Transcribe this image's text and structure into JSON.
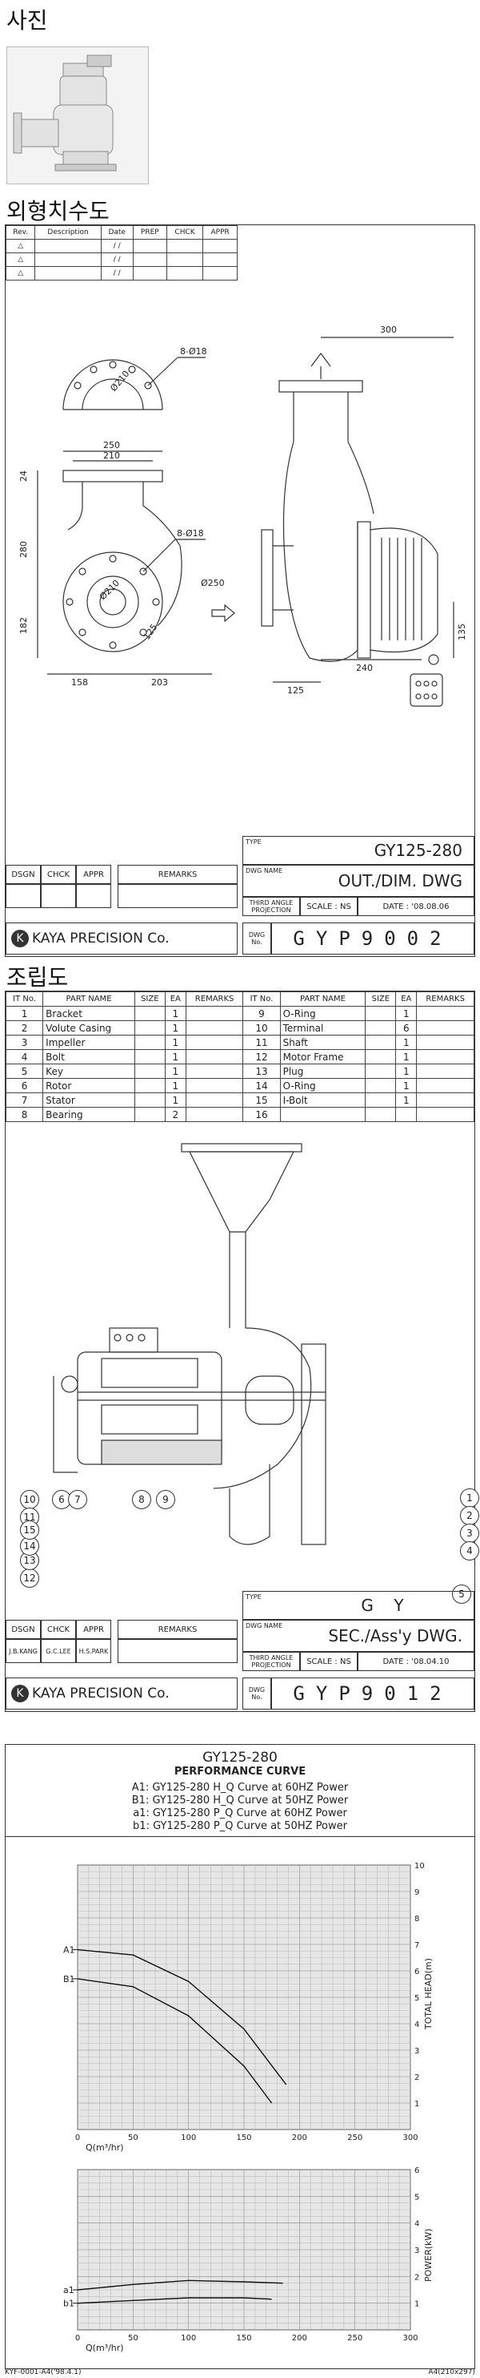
{
  "sections": {
    "photo": "사진",
    "dim": "외형치수도",
    "assembly": "조립도"
  },
  "rev_table": {
    "headers": [
      "Rev.",
      "Description",
      "Date",
      "PREP",
      "CHCK",
      "APPR"
    ],
    "date_marks": "/ /"
  },
  "dim_drawing": {
    "labels": {
      "holes_top": "8-Ø18",
      "pcd_top": "Ø210",
      "w250": "250",
      "w210": "210",
      "h24": "24",
      "h280": "280",
      "holes_side": "8-Ø18",
      "d250": "Ø250",
      "d210": "Ø210",
      "h182": "182",
      "a125": "125",
      "w158": "158",
      "w203": "203",
      "w300": "300",
      "h135": "135",
      "w240": "240",
      "w125b": "125"
    }
  },
  "title_block1": {
    "type_label": "TYPE",
    "type": "GY125-280",
    "dwg_name_label": "DWG NAME",
    "dwg_name": "OUT./DIM. DWG",
    "dsgn": "DSGN",
    "chck": "CHCK",
    "appr": "APPR",
    "remarks": "REMARKS",
    "proj": "THIRD ANGLE PROJECTION",
    "scale_label": "SCALE :",
    "scale": "NS",
    "date_label": "DATE :",
    "date": "'08.08.06",
    "company": "KAYA PRECISION Co.",
    "dwg_no_label": "DWG No.",
    "dwg_no": "GYP9002"
  },
  "parts_table": {
    "headers": [
      "IT No.",
      "PART NAME",
      "SIZE",
      "EA",
      "REMARKS",
      "IT No.",
      "PART NAME",
      "SIZE",
      "EA",
      "REMARKS"
    ],
    "rows": [
      [
        "1",
        "Bracket",
        "",
        "1",
        "",
        "9",
        "O-Ring",
        "",
        "1",
        ""
      ],
      [
        "2",
        "Volute Casing",
        "",
        "1",
        "",
        "10",
        "Terminal",
        "",
        "6",
        ""
      ],
      [
        "3",
        "Impeller",
        "",
        "1",
        "",
        "11",
        "Shaft",
        "",
        "1",
        ""
      ],
      [
        "4",
        "Bolt",
        "",
        "1",
        "",
        "12",
        "Motor Frame",
        "",
        "1",
        ""
      ],
      [
        "5",
        "Key",
        "",
        "1",
        "",
        "13",
        "Plug",
        "",
        "1",
        ""
      ],
      [
        "6",
        "Rotor",
        "",
        "1",
        "",
        "14",
        "O-Ring",
        "",
        "1",
        ""
      ],
      [
        "7",
        "Stator",
        "",
        "1",
        "",
        "15",
        "I-Bolt",
        "",
        "1",
        ""
      ],
      [
        "8",
        "Bearing",
        "",
        "2",
        "",
        "16",
        "",
        "",
        "",
        ""
      ]
    ]
  },
  "callouts": [
    "1",
    "2",
    "3",
    "4",
    "5",
    "6",
    "7",
    "8",
    "9",
    "10",
    "11",
    "12",
    "13",
    "14",
    "15"
  ],
  "title_block2": {
    "type_label": "TYPE",
    "type": "G    Y",
    "dwg_name_label": "DWG NAME",
    "dwg_name": "SEC./Ass'y DWG.",
    "dsgn": "DSGN",
    "chck": "CHCK",
    "appr": "APPR",
    "remarks": "REMARKS",
    "sign1": "J.B.KANG",
    "sign2": "G.C.LEE",
    "sign3": "H.S.PARK",
    "proj": "THIRD ANGLE PROJECTION",
    "scale_label": "SCALE :",
    "scale": "NS",
    "date_label": "DATE :",
    "date": "'08.04.10",
    "company": "KAYA PRECISION Co.",
    "dwg_no_label": "DWG No.",
    "dwg_no": "GYP9012"
  },
  "performance": {
    "model": "GY125-280",
    "title": "PERFORMANCE CURVE",
    "lines": [
      "A1: GY125-280  H_Q Curve at 60HZ Power",
      "B1: GY125-280  H_Q Curve at 50HZ Power",
      "a1: GY125-280  P_Q Curve at 60HZ Power",
      "b1: GY125-280  P_Q Curve at 50HZ Power"
    ]
  },
  "chart_data": [
    {
      "type": "line",
      "xlabel": "Q(m³/hr)",
      "ylabel": "TOTAL HEAD(m)",
      "xlim": [
        0,
        300
      ],
      "ylim": [
        0,
        10
      ],
      "x_ticks": [
        "0",
        "50",
        "100",
        "150",
        "200",
        "250",
        "300"
      ],
      "y_ticks": [
        "1",
        "2",
        "3",
        "4",
        "5",
        "6",
        "7",
        "8",
        "9",
        "10"
      ],
      "series": [
        {
          "name": "A1",
          "x": [
            0,
            50,
            100,
            150,
            188
          ],
          "y": [
            6.8,
            6.6,
            5.6,
            3.8,
            1.7
          ]
        },
        {
          "name": "B1",
          "x": [
            0,
            50,
            100,
            150,
            175
          ],
          "y": [
            5.7,
            5.4,
            4.3,
            2.4,
            1.0
          ]
        }
      ]
    },
    {
      "type": "line",
      "xlabel": "Q(m³/hr)",
      "ylabel": "POWER(kW)",
      "xlim": [
        0,
        300
      ],
      "ylim": [
        0,
        6
      ],
      "x_ticks": [
        "0",
        "50",
        "100",
        "150",
        "200",
        "250",
        "300"
      ],
      "y_ticks": [
        "1",
        "2",
        "3",
        "4",
        "5",
        "6"
      ],
      "series": [
        {
          "name": "a1",
          "x": [
            0,
            50,
            100,
            150,
            185
          ],
          "y": [
            1.5,
            1.7,
            1.85,
            1.8,
            1.75
          ]
        },
        {
          "name": "b1",
          "x": [
            0,
            50,
            100,
            150,
            175
          ],
          "y": [
            1.0,
            1.1,
            1.2,
            1.2,
            1.15
          ]
        }
      ]
    }
  ],
  "footer": {
    "left": "KYF-0001-A4('98.4.1)",
    "right": "A4(210x297)"
  }
}
